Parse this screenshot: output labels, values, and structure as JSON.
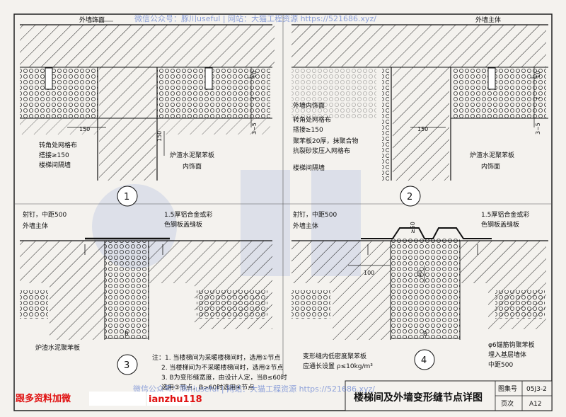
{
  "watermark_top": "微信公众号：豚川useful | 网站：大猫工程资源 https://521686.xyz/",
  "watermark_bottom": "微信公众号：豚川useful | 网站：大猫工程资源 https://521686.xyz/",
  "promo": {
    "text": "跟多资料加微",
    "handle": "ianzhu118"
  },
  "detail1": {
    "number": "1",
    "labels": {
      "finish": "外墙饰面",
      "mesh1": "转角处网格布",
      "mesh2": "搭接≥150",
      "partition": "楼梯间隔墙",
      "board": "炉渣水泥聚苯板",
      "inner": "内饰面"
    },
    "dims": [
      "150",
      "150",
      "10",
      "t",
      "3~5"
    ]
  },
  "detail2": {
    "number": "2",
    "labels": {
      "body": "外墙主体",
      "inner_finish": "外墙内饰面",
      "mesh1": "转角处网格布",
      "mesh2": "搭接≥150",
      "eps1": "聚苯板20厚，抹聚合物",
      "eps2": "抗裂砂浆压入网格布",
      "partition": "楼梯间隔墙",
      "board": "炉渣水泥聚苯板",
      "inner": "内饰面"
    },
    "dims": [
      "150",
      "10",
      "t",
      "3~5"
    ]
  },
  "detail3": {
    "number": "3",
    "labels": {
      "nail": "射钉，中距500",
      "body": "外墙主体",
      "plate1": "1.5厚铝合金或彩",
      "plate2": "色钢板盖缝板",
      "board": "炉渣水泥聚苯板"
    },
    "dims": [
      "B"
    ]
  },
  "detail4": {
    "number": "4",
    "labels": {
      "nail": "射钉，中距500",
      "body": "外墙主体",
      "plate1": "1.5厚铝合金或彩",
      "plate2": "色钢板盖缝板",
      "joint1": "变形缝内低密度聚苯板",
      "joint2": "应通长设置 ρ≤10kg/m³",
      "anchor1": "φ6锚筋钩聚苯板",
      "anchor2": "埋入基层墙体",
      "anchor3": "中距500"
    },
    "dims": [
      "≥50",
      "100",
      "40",
      "B"
    ]
  },
  "notes": [
    "注：1. 当楼梯间为采暖楼梯间时，选用①节点",
    "2. 当楼梯间为不采暖楼梯间时，选用②节点",
    "3. B为变形缝宽度，由设计人定，当B≤60时",
    "选用③节点，B>60时选用④节点"
  ],
  "titleblock": {
    "title": "楼梯间及外墙变形缝节点详图",
    "atlas_label": "图集号",
    "atlas_value": "05J3-2",
    "page_label": "页次",
    "page_value": "A12"
  }
}
